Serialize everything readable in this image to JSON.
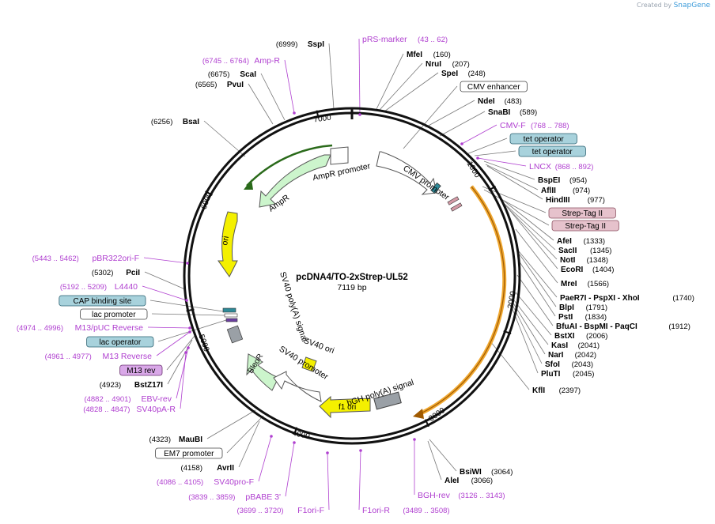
{
  "watermark": {
    "prefix": "Created by",
    "brand": "SnapGene"
  },
  "plasmid": {
    "name": "pcDNA4/TO-2xStrep-UL52",
    "length": "7119 bp"
  },
  "ticks": [
    "1000",
    "2000",
    "3000",
    "4000",
    "5000",
    "6000",
    "7000"
  ],
  "colors": {
    "feature_label": "#b040d0",
    "enzyme_label": "#000000",
    "accent_orange": "#f0a830",
    "accent_green": "#2a6a1a"
  },
  "left_labels": [
    {
      "pos": "(6999)",
      "name": "SspI",
      "kind": "enzyme"
    },
    {
      "pos": "(6745 .. 6764)",
      "name": "Amp-R",
      "kind": "primer"
    },
    {
      "pos": "(6675)",
      "name": "ScaI",
      "kind": "enzyme"
    },
    {
      "pos": "(6565)",
      "name": "PvuI",
      "kind": "enzyme"
    },
    {
      "pos": "(6256)",
      "name": "BsaI",
      "kind": "enzyme"
    },
    {
      "pos": "(5443 .. 5462)",
      "name": "pBR322ori-F",
      "kind": "primer"
    },
    {
      "pos": "(5302)",
      "name": "PciI",
      "kind": "enzyme"
    },
    {
      "pos": "(5192 .. 5209)",
      "name": "L4440",
      "kind": "primer"
    },
    {
      "pos": "",
      "name": "CAP binding site",
      "kind": "box-blue"
    },
    {
      "pos": "",
      "name": "lac promoter",
      "kind": "box-white"
    },
    {
      "pos": "(4974 .. 4996)",
      "name": "M13/pUC Reverse",
      "kind": "primer"
    },
    {
      "pos": "",
      "name": "lac operator",
      "kind": "box-blue"
    },
    {
      "pos": "(4961 .. 4977)",
      "name": "M13 Reverse",
      "kind": "primer"
    },
    {
      "pos": "",
      "name": "M13 rev",
      "kind": "box-purple"
    },
    {
      "pos": "(4923)",
      "name": "BstZ17I",
      "kind": "enzyme"
    },
    {
      "pos": "(4882 .. 4901)",
      "name": "EBV-rev",
      "kind": "primer"
    },
    {
      "pos": "(4828 .. 4847)",
      "name": "SV40pA-R",
      "kind": "primer"
    },
    {
      "pos": "(4323)",
      "name": "MauBI",
      "kind": "enzyme"
    },
    {
      "pos": "",
      "name": "EM7 promoter",
      "kind": "box-white"
    },
    {
      "pos": "(4158)",
      "name": "AvrII",
      "kind": "enzyme"
    },
    {
      "pos": "(4086 .. 4105)",
      "name": "SV40pro-F",
      "kind": "primer"
    },
    {
      "pos": "(3839 .. 3859)",
      "name": "pBABE 3'",
      "kind": "primer"
    },
    {
      "pos": "(3699 .. 3720)",
      "name": "F1ori-F",
      "kind": "primer"
    }
  ],
  "right_labels": [
    {
      "pos": "(43 .. 62)",
      "name": "pRS-marker",
      "kind": "primer"
    },
    {
      "pos": "(160)",
      "name": "MfeI",
      "kind": "enzyme"
    },
    {
      "pos": "(207)",
      "name": "NruI",
      "kind": "enzyme"
    },
    {
      "pos": "(248)",
      "name": "SpeI",
      "kind": "enzyme"
    },
    {
      "pos": "",
      "name": "CMV enhancer",
      "kind": "box-white"
    },
    {
      "pos": "(483)",
      "name": "NdeI",
      "kind": "enzyme"
    },
    {
      "pos": "(589)",
      "name": "SnaBI",
      "kind": "enzyme"
    },
    {
      "pos": "(768 .. 788)",
      "name": "CMV-F",
      "kind": "primer"
    },
    {
      "pos": "",
      "name": "tet operator",
      "kind": "box-blue"
    },
    {
      "pos": "",
      "name": "tet operator",
      "kind": "box-blue"
    },
    {
      "pos": "(868 .. 892)",
      "name": "LNCX",
      "kind": "primer"
    },
    {
      "pos": "(954)",
      "name": "BspEI",
      "kind": "enzyme"
    },
    {
      "pos": "(974)",
      "name": "AflII",
      "kind": "enzyme"
    },
    {
      "pos": "(977)",
      "name": "HindIII",
      "kind": "enzyme"
    },
    {
      "pos": "",
      "name": "Strep-Tag II",
      "kind": "box-pink"
    },
    {
      "pos": "",
      "name": "Strep-Tag II",
      "kind": "box-pink"
    },
    {
      "pos": "(1333)",
      "name": "AfeI",
      "kind": "enzyme"
    },
    {
      "pos": "(1345)",
      "name": "SacII",
      "kind": "enzyme"
    },
    {
      "pos": "(1348)",
      "name": "NotI",
      "kind": "enzyme"
    },
    {
      "pos": "(1404)",
      "name": "EcoRI",
      "kind": "enzyme"
    },
    {
      "pos": "(1566)",
      "name": "MreI",
      "kind": "enzyme"
    },
    {
      "pos": "(1740)",
      "name": "PaeR7I - PspXI - XhoI",
      "kind": "enzyme"
    },
    {
      "pos": "(1791)",
      "name": "BlpI",
      "kind": "enzyme"
    },
    {
      "pos": "(1834)",
      "name": "PstI",
      "kind": "enzyme"
    },
    {
      "pos": "(1912)",
      "name": "BfuAI - BspMI - PaqCI",
      "kind": "enzyme"
    },
    {
      "pos": "(2006)",
      "name": "BstXI",
      "kind": "enzyme"
    },
    {
      "pos": "(2041)",
      "name": "KasI",
      "kind": "enzyme"
    },
    {
      "pos": "(2042)",
      "name": "NarI",
      "kind": "enzyme"
    },
    {
      "pos": "(2043)",
      "name": "SfoI",
      "kind": "enzyme"
    },
    {
      "pos": "(2045)",
      "name": "PluTI",
      "kind": "enzyme"
    },
    {
      "pos": "(2397)",
      "name": "KflI",
      "kind": "enzyme"
    },
    {
      "pos": "(3064)",
      "name": "BsiWI",
      "kind": "enzyme"
    },
    {
      "pos": "(3066)",
      "name": "AleI",
      "kind": "enzyme"
    },
    {
      "pos": "(3126 .. 3143)",
      "name": "BGH-rev",
      "kind": "primer"
    },
    {
      "pos": "(3489 .. 3508)",
      "name": "F1ori-R",
      "kind": "primer"
    }
  ],
  "inner_features": [
    {
      "name": "AmpR promoter"
    },
    {
      "name": "AmpR"
    },
    {
      "name": "ori"
    },
    {
      "name": "SV40 poly(A) signal"
    },
    {
      "name": "CMV promoter"
    },
    {
      "name": "SV40 ori"
    },
    {
      "name": "SV40 promoter"
    },
    {
      "name": "BleoR"
    },
    {
      "name": "bGH poly(A) signal"
    },
    {
      "name": "f1 ori"
    }
  ]
}
